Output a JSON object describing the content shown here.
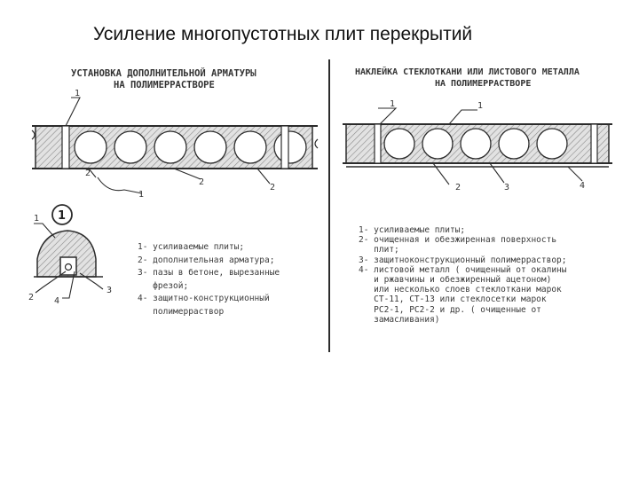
{
  "title": "Усиление многопустотных плит перекрытий",
  "left_panel": {
    "heading_line1": "УСТАНОВКА ДОПОЛНИТЕЛЬНОЙ АРМАТУРЫ",
    "heading_line2": "НА ПОЛИМЕРРАСТВОРЕ",
    "callouts": [
      "1",
      "2",
      "1",
      "2",
      "2"
    ],
    "detail_number": "1",
    "detail_callouts": [
      "1",
      "2",
      "4",
      "3"
    ],
    "legend": [
      "1- усиливаемые плиты;",
      "2- дополнительная арматура;",
      "3- пазы в бетоне, вырезанные",
      "   фрезой;",
      "4- защитно-конструкционный",
      "   полимерраствор"
    ]
  },
  "right_panel": {
    "heading_line1": "НАКЛЕЙКА СТЕКЛОТКАНИ ИЛИ ЛИСТОВОГО МЕТАЛЛА",
    "heading_line2": "НА ПОЛИМЕРРАСТВОРЕ",
    "callouts": [
      "1",
      "1",
      "2",
      "3",
      "4"
    ],
    "legend": [
      "1- усиливаемые плиты;",
      "2- очищенная и обезжиренная поверхность",
      "   плит;",
      "3- защитноконструкционный полимерраствор;",
      "4- листовой металл ( очищенный от окалины",
      "   и ржавчины и обезжиренный ацетоном)",
      "   или несколько слоев стеклоткани марок",
      "   СТ-11, СТ-13 или стеклосетки марок",
      "   РС2-1, РС2-2 и др. ( очищенные от",
      "   замасливания)"
    ]
  },
  "colors": {
    "ink": "#2b2b2b",
    "hatch": "#8a8a8a",
    "fill": "#dcdcdc"
  }
}
